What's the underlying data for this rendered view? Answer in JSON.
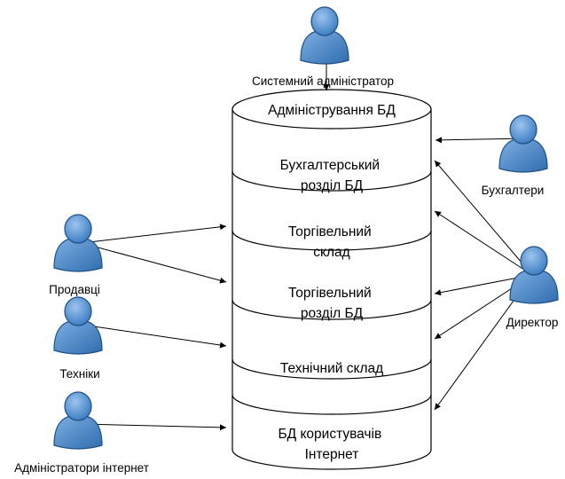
{
  "database": {
    "segments": [
      {
        "lines": [
          "Адміністрування БД"
        ]
      },
      {
        "lines": [
          "Бухгалтерський",
          "розділ БД"
        ]
      },
      {
        "lines": [
          "Торгівельний",
          "склад"
        ]
      },
      {
        "lines": [
          "Торгівельний",
          "розділ БД"
        ]
      },
      {
        "lines": [
          "Технічний склад"
        ]
      },
      {
        "lines": [
          "БД користувачів",
          "Інтернет"
        ]
      }
    ]
  },
  "actors": [
    {
      "id": "sysadmin",
      "label": "Системний адміністратор"
    },
    {
      "id": "accountants",
      "label": "Бухгалтери"
    },
    {
      "id": "sellers",
      "label": "Продавці"
    },
    {
      "id": "technicians",
      "label": "Техніки"
    },
    {
      "id": "director",
      "label": "Директор"
    },
    {
      "id": "web-admins",
      "label": "Адміністратори інтернет"
    }
  ],
  "colors": {
    "actor_fill": "#4a8bd0",
    "actor_stroke": "#1e4f86",
    "line": "#000000"
  }
}
